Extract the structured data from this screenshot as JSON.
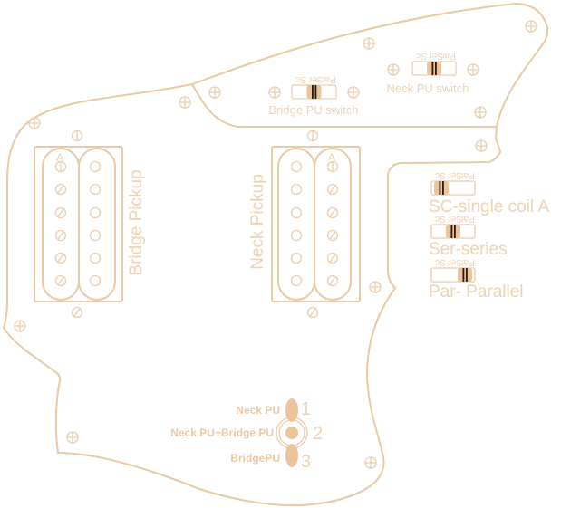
{
  "colors": {
    "outline": "#e9c9a6",
    "text": "#efd2b4",
    "knob": "#ebc49c",
    "stripe": "#2a1a10"
  },
  "pickups": {
    "bridge": {
      "label": "Bridge Pickup",
      "marker": "A"
    },
    "neck": {
      "label": "Neck Pickup",
      "marker": "A"
    }
  },
  "mini_switches": {
    "position_labels": [
      "Sc",
      "Ser",
      "Par"
    ],
    "bridge": {
      "label": "Bridge PU switch",
      "position": "Ser"
    },
    "neck": {
      "label": "Neck PU switch",
      "position": "Ser"
    }
  },
  "legend": [
    {
      "label": "SC-single coil A",
      "position": "Sc"
    },
    {
      "label": "Ser-series",
      "position": "Ser"
    },
    {
      "label": "Par- Parallel",
      "position": "Par"
    }
  ],
  "toggle": {
    "options": [
      {
        "label": "Neck PU",
        "number": "1"
      },
      {
        "label": "Neck PU+Bridge PU",
        "number": "2"
      },
      {
        "label": "BridgePU",
        "number": "3"
      }
    ]
  }
}
